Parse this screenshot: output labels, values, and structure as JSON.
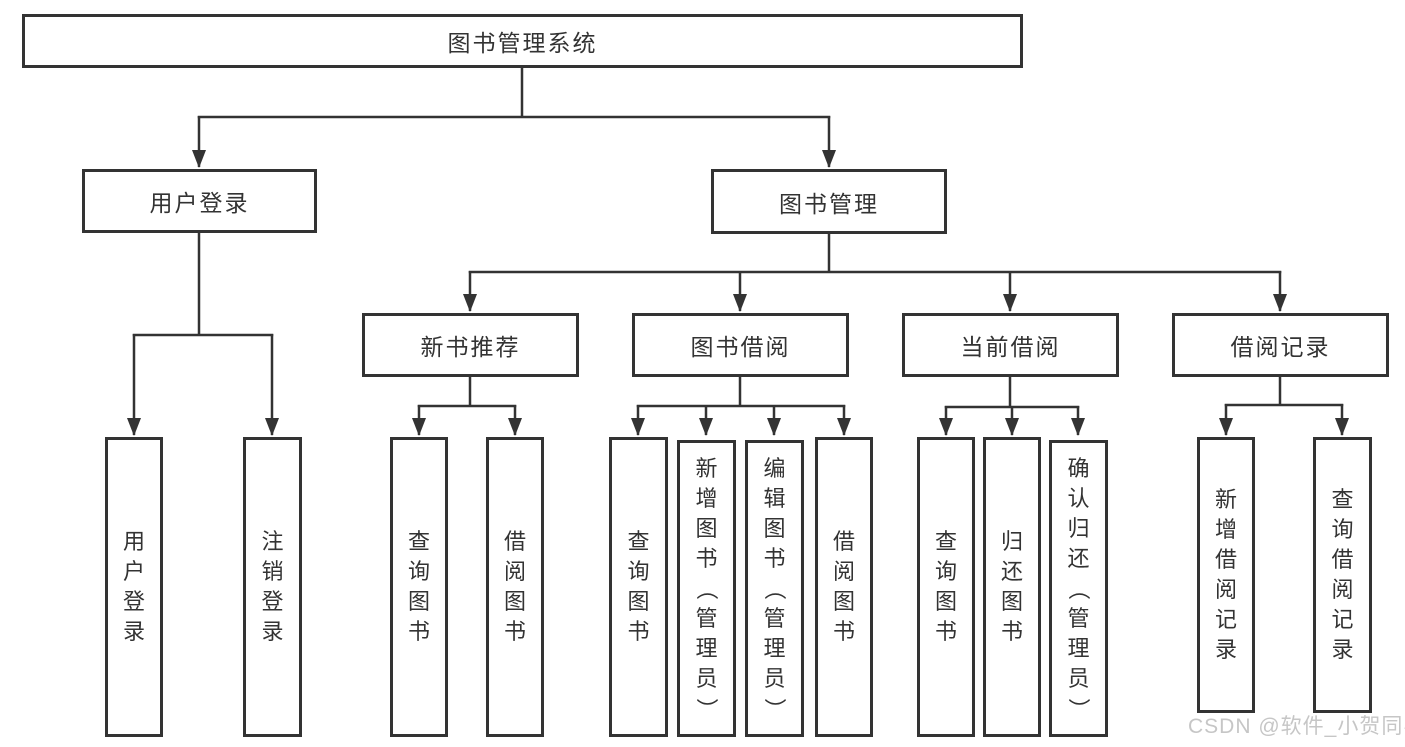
{
  "colors": {
    "line": "#333333",
    "text": "#333333",
    "watermark": "#c6c6c6",
    "background": "#ffffff"
  },
  "nodes": {
    "root": "图书管理系统",
    "user_login": "用户登录",
    "book_management": "图书管理",
    "new_book_recommend": "新书推荐",
    "book_borrowing": "图书借阅",
    "current_borrowing": "当前借阅",
    "borrowing_records": "借阅记录",
    "user_login_children": [
      "用户登录",
      "注销登录"
    ],
    "new_book_children": [
      "查询图书",
      "借阅图书"
    ],
    "book_borrowing_children": [
      "查询图书",
      "新增图书（管理员）",
      "编辑图书（管理员）",
      "借阅图书"
    ],
    "current_borrowing_children": [
      "查询图书",
      "归还图书",
      "确认归还（管理员）"
    ],
    "borrowing_records_children": [
      "新增借阅记录",
      "查询借阅记录"
    ]
  },
  "watermark": "CSDN @软件_小贺同学"
}
